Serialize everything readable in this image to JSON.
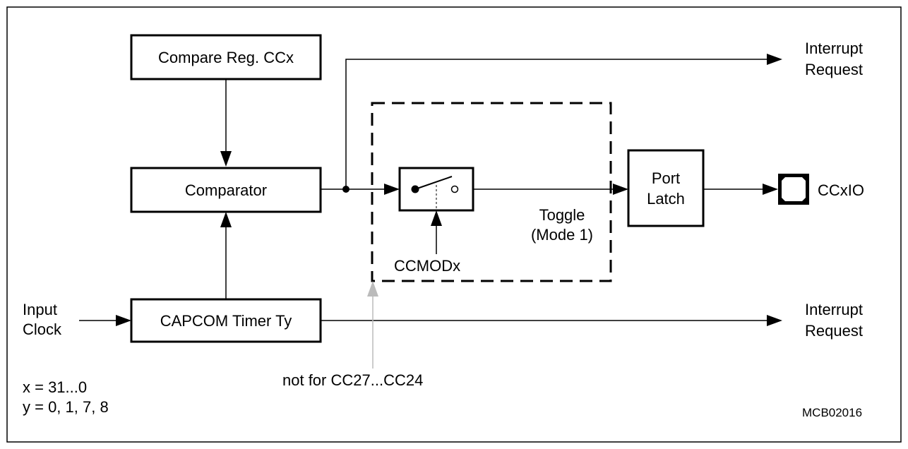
{
  "blocks": {
    "compare_reg": "Compare Reg. CCx",
    "comparator": "Comparator",
    "timer": "CAPCOM Timer Ty",
    "port_latch_line1": "Port",
    "port_latch_line2": "Latch"
  },
  "labels": {
    "interrupt_top_1": "Interrupt",
    "interrupt_top_2": "Request",
    "interrupt_bottom_1": "Interrupt",
    "interrupt_bottom_2": "Request",
    "input_clock_1": "Input",
    "input_clock_2": "Clock",
    "toggle_1": "Toggle",
    "toggle_2": "(Mode 1)",
    "ccmod": "CCMODx",
    "pin": "CCxIO",
    "not_for": "not for CC27...CC24",
    "x_range": "x = 31...0",
    "y_range": "y = 0, 1, 7, 8",
    "figure_id": "MCB02016"
  },
  "colors": {
    "line": "#000000",
    "annotation_arrow": "#bbbbbb",
    "background": "#ffffff"
  }
}
